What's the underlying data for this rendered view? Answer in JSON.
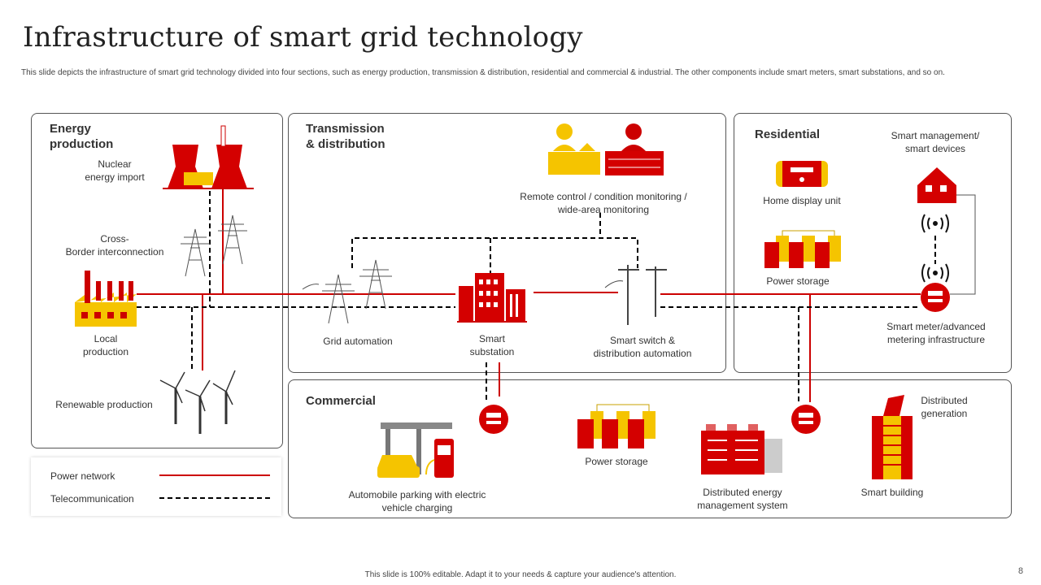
{
  "title": "Infrastructure of smart grid technology",
  "subtitle": "This slide depicts the infrastructure of smart grid technology divided into four sections, such as energy production, transmission & distribution, residential and commercial & industrial. The other components include smart meters, smart substations, and so on.",
  "colors": {
    "power": "#cc0000",
    "accent_yellow": "#f5c400",
    "telecom": "#000000"
  },
  "sections": {
    "energy": {
      "heading": "Energy\nproduction",
      "nuclear": "Nuclear\nenergy import",
      "cross_border": "Cross-\nBorder interconnection",
      "local": "Local\nproduction",
      "renewable": "Renewable  production"
    },
    "transmission": {
      "heading": "Transmission\n& distribution",
      "remote": "Remote control / condition monitoring /\nwide-area  monitoring",
      "grid": "Grid automation",
      "substation": "Smart\nsubstation",
      "switch": "Smart switch &\ndistribution automation"
    },
    "residential": {
      "heading": "Residential",
      "home_display": "Home display unit",
      "power_storage": "Power storage",
      "smart_mgmt": "Smart management/\nsmart devices",
      "smart_meter": "Smart meter/advanced\nmetering infrastructure"
    },
    "commercial": {
      "heading": "Commercial",
      "ev": "Automobile parking with electric\nvehicle charging",
      "power_storage": "Power storage",
      "dems": "Distributed energy\nmanagement system",
      "distributed_gen": "Distributed\ngeneration",
      "smart_building": "Smart building"
    }
  },
  "legend": {
    "power": "Power network",
    "telecom": "Telecommunication"
  },
  "footer": "This slide is 100% editable.  Adapt it to your needs & capture your audience's attention.",
  "page_number": "8"
}
